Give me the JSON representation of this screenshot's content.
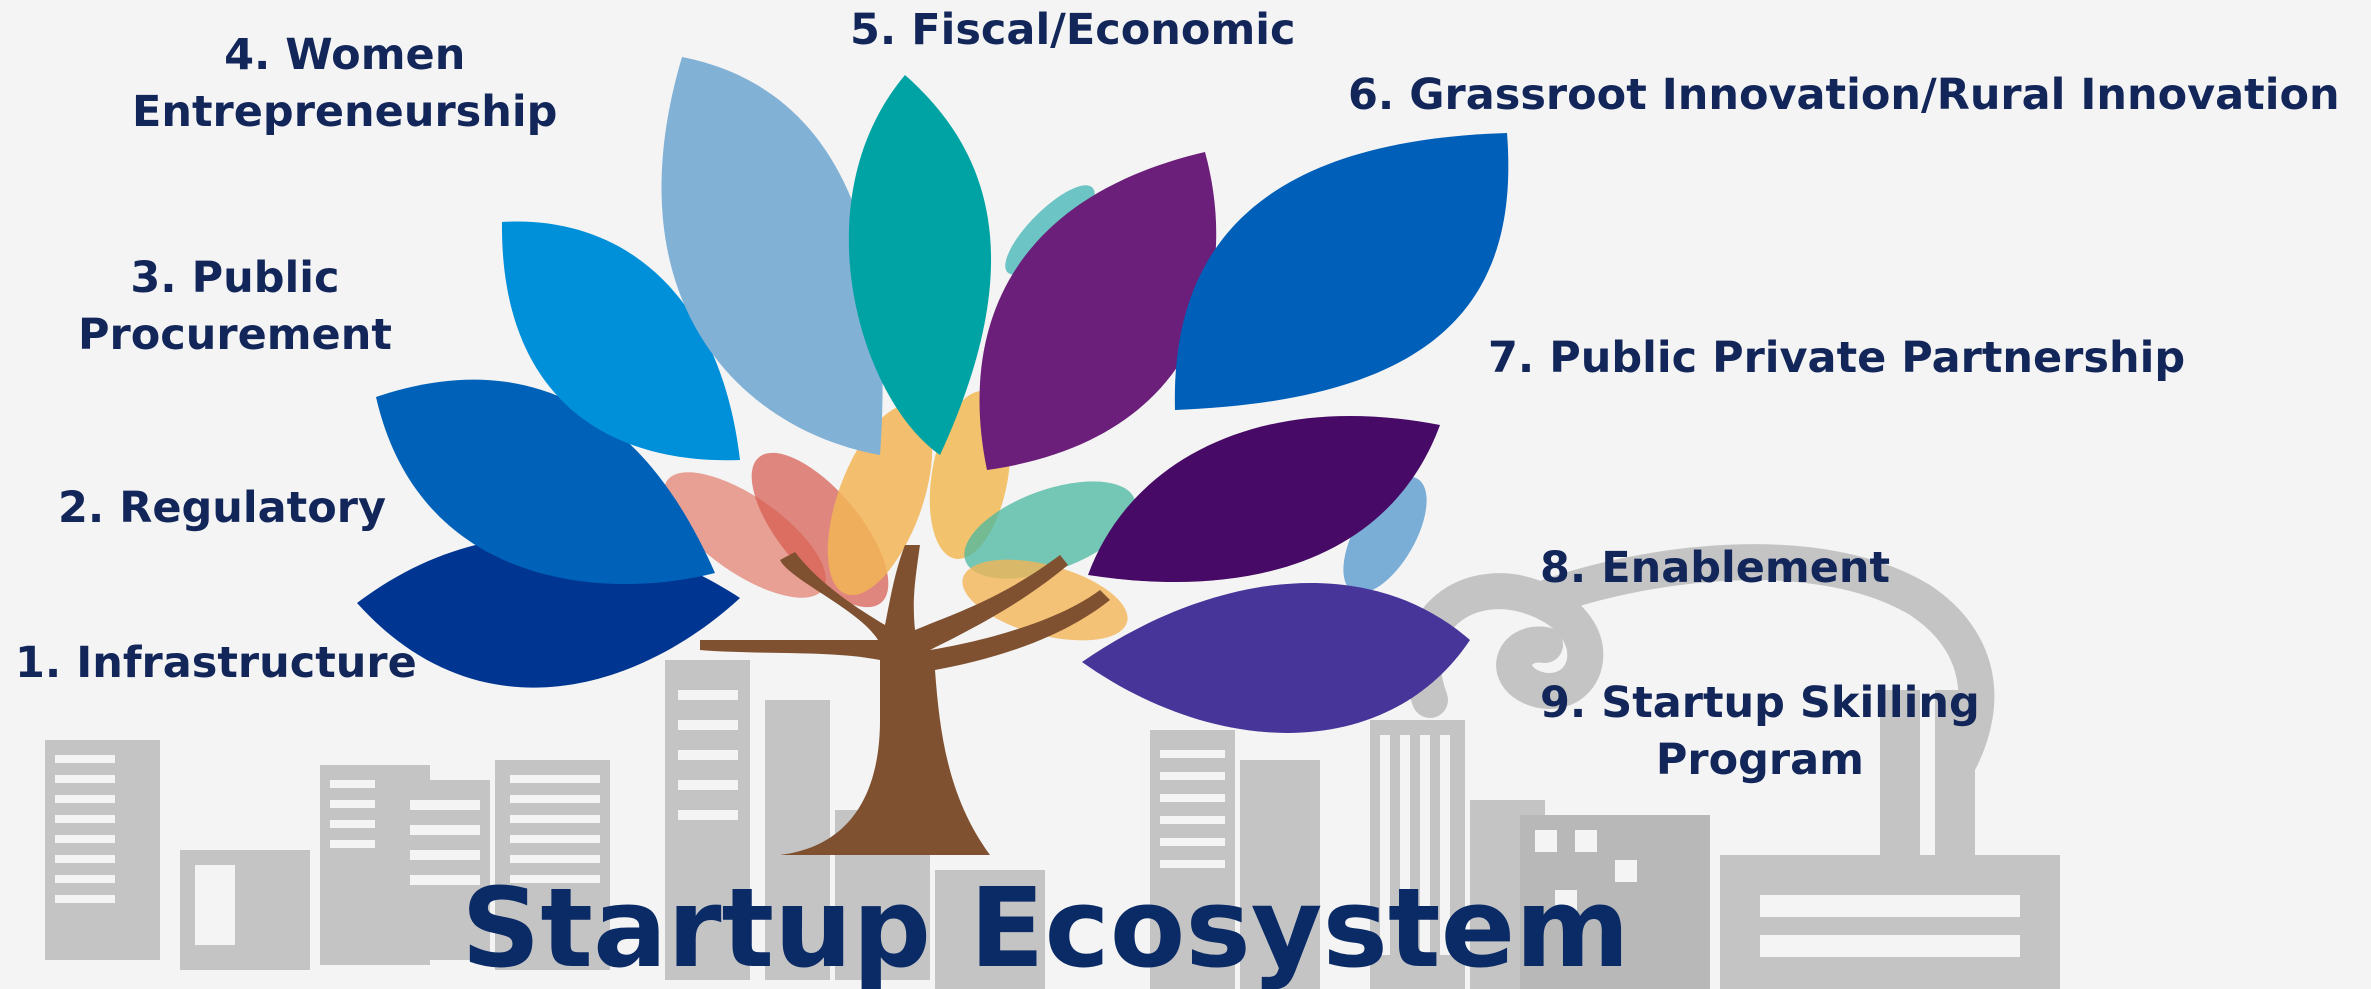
{
  "title": "Startup Ecosystem",
  "labels": [
    {
      "lines": [
        "1. Infrastructure"
      ]
    },
    {
      "lines": [
        "2. Regulatory"
      ]
    },
    {
      "lines": [
        "3. Public",
        "Procurement"
      ]
    },
    {
      "lines": [
        "4. Women",
        "Entrepreneurship"
      ]
    },
    {
      "lines": [
        "5. Fiscal/Economic"
      ]
    },
    {
      "lines": [
        "6. Grassroot Innovation/Rural Innovation"
      ]
    },
    {
      "lines": [
        "7. Public Private Partnership"
      ]
    },
    {
      "lines": [
        "8. Enablement"
      ]
    },
    {
      "lines": [
        "9. Startup Skilling",
        "Program"
      ]
    }
  ],
  "colors": {
    "background": "#f4f4f4",
    "label_text": "#12265a",
    "title_text": "#0b2b66",
    "buildings": "#c4c4c4",
    "trunk": "#7f5130",
    "leaves": [
      "#003591",
      "#0061b8",
      "#0090da",
      "#82b1d6",
      "#00a3a3",
      "#6b1f7a",
      "#005fb8",
      "#470a66",
      "#47359a"
    ]
  }
}
